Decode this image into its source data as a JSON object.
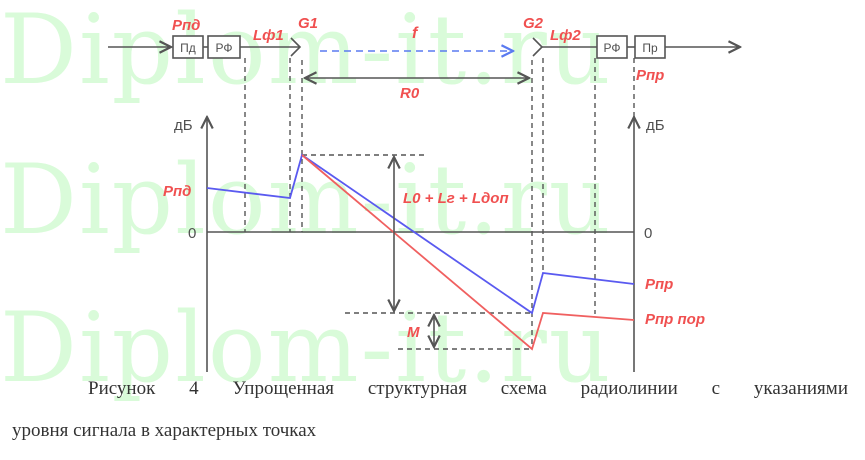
{
  "watermark": {
    "text": "Diplom-it.ru",
    "color": "#d9fbd9",
    "rows": 3
  },
  "diagram": {
    "blocks": {
      "transmitter": "Пд",
      "filter_tx": "РФ",
      "filter_rx": "РФ",
      "receiver": "Пр"
    },
    "labels": {
      "p_tx_top": "Pпд",
      "l_f1": "Lф1",
      "g1": "G1",
      "f": "f",
      "g2": "G2",
      "l_f2": "Lф2",
      "p_rx_top": "Pпр",
      "r0": "R0",
      "axis_left_unit": "дБ",
      "axis_right_unit": "дБ",
      "zero_left": "0",
      "zero_right": "0",
      "p_tx_level": "Pпд",
      "loss_sum": "L0 + Lг + Lдоп",
      "margin": "M",
      "p_rx_level": "Pпр",
      "p_rx_threshold": "Pпр пор"
    },
    "colors": {
      "signal_curve": "#5a5af0",
      "threshold_curve": "#f06060",
      "label_red": "#f05050",
      "lines": "#555555",
      "frequency_arrow": "#5a7af0"
    },
    "curves": {
      "signal_level": [
        [
          207,
          188
        ],
        [
          290,
          198
        ],
        [
          302,
          155
        ],
        [
          532,
          313
        ],
        [
          543,
          273
        ],
        [
          634,
          284
        ]
      ],
      "threshold_level": [
        [
          302,
          155
        ],
        [
          532,
          349
        ],
        [
          543,
          313
        ],
        [
          634,
          320
        ]
      ]
    }
  },
  "caption": {
    "line1": "Рисунок 4 Упрощенная структурная схема радиолинии с указаниями",
    "line2": "уровня сигнала в характерных точках"
  }
}
